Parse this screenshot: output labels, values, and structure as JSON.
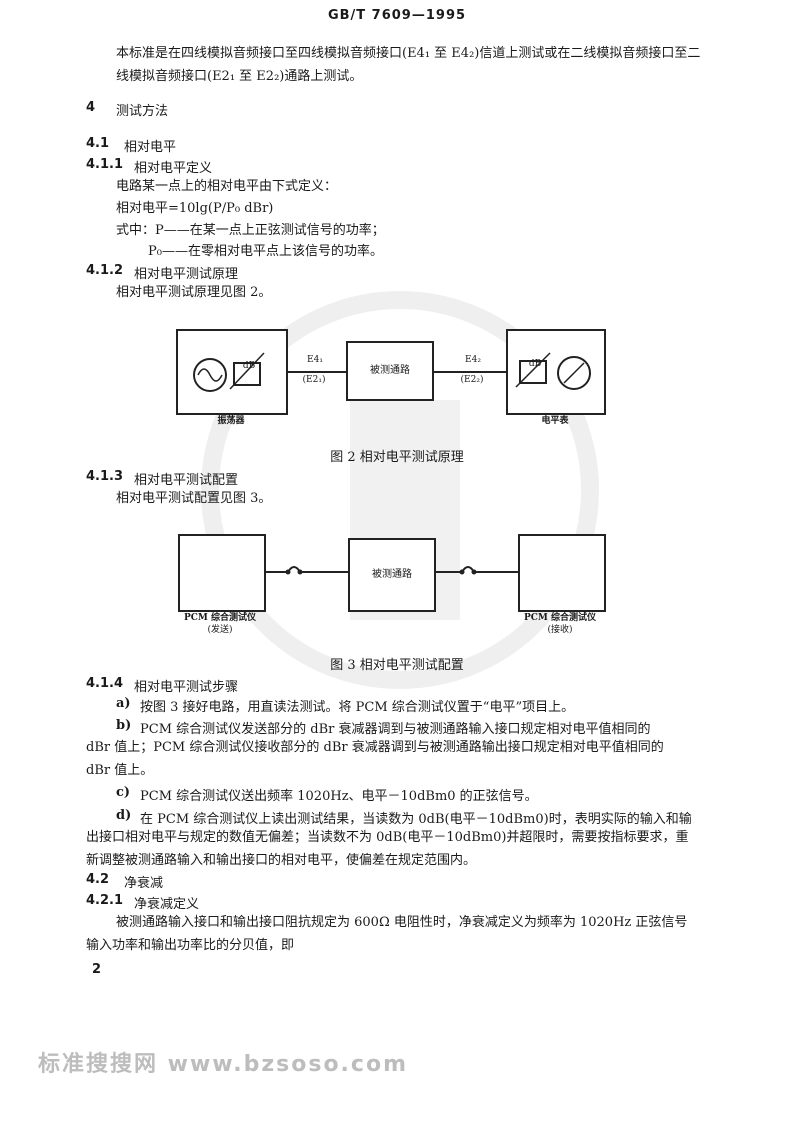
{
  "header": {
    "code": "GB/T  7609—1995"
  },
  "intro": "本标准是在四线模拟音频接口至四线模拟音频接口(E4₁ 至 E4₂)信道上测试或在二线模拟音频接口至二线模拟音频接口(E2₁ 至 E2₂)通路上测试。",
  "s4": {
    "num": "4",
    "title": "测试方法"
  },
  "s41": {
    "num": "4.1",
    "title": "相对电平"
  },
  "s411": {
    "num": "4.1.1",
    "title": "相对电平定义",
    "l1": "电路某一点上的相对电平由下式定义：",
    "formula": "相对电平=10lg(P/P₀  dBr)",
    "l3": "式中：P——在某一点上正弦测试信号的功率；",
    "l4": "P₀——在零相对电平点上该信号的功率。"
  },
  "s412": {
    "num": "4.1.2",
    "title": "相对电平测试原理",
    "l1": "相对电平测试原理见图 2。"
  },
  "fig2": {
    "left_label": "振荡器",
    "db": "dB",
    "e1": "E4₁",
    "e1sub": "(E2₁)",
    "middle": "被测通路",
    "e2": "E4₂",
    "e2sub": "(E2₂)",
    "right_label": "电平表",
    "caption": "图 2   相对电平测试原理"
  },
  "s413": {
    "num": "4.1.3",
    "title": "相对电平测试配置",
    "l1": "相对电平测试配置见图 3。"
  },
  "fig3": {
    "left_label": "PCM 综合测试仪",
    "left_sub": "(发送)",
    "middle": "被测通路",
    "right_label": "PCM 综合测试仪",
    "right_sub": "(接收)",
    "caption": "图 3   相对电平测试配置"
  },
  "s414": {
    "num": "4.1.4",
    "title": "相对电平测试步骤",
    "a_k": "a)",
    "a": "按图 3 接好电路，用直读法测试。将 PCM 综合测试仪置于“电平”项目上。",
    "b_k": "b)",
    "b1": "PCM 综合测试仪发送部分的 dBr 衰减器调到与被测通路输入接口规定相对电平值相同的",
    "b2": "dBr 值上；PCM 综合测试仪接收部分的 dBr 衰减器调到与被测通路输出接口规定相对电平值相同的",
    "b3": "dBr 值上。",
    "c_k": "c)",
    "c": "PCM 综合测试仪送出频率 1020Hz、电平－10dBm0 的正弦信号。",
    "d_k": "d)",
    "d1": "在 PCM 综合测试仪上读出测试结果，当读数为 0dB(电平－10dBm0)时，表明实际的输入和输",
    "d2": "出接口相对电平与规定的数值无偏差；当读数不为 0dB(电平－10dBm0)并超限时，需要按指标要求，重",
    "d3": "新调整被测通路输入和输出接口的相对电平，使偏差在规定范围内。"
  },
  "s42": {
    "num": "4.2",
    "title": "净衰减"
  },
  "s421": {
    "num": "4.2.1",
    "title": "净衰减定义",
    "l1": "被测通路输入接口和输出接口阻抗规定为 600Ω 电阻性时，净衰减定义为频率为 1020Hz 正弦信号",
    "l2": "输入功率和输出功率比的分贝值，即"
  },
  "page_number": "2",
  "footer": "标准搜搜网  www.bzsoso.com"
}
